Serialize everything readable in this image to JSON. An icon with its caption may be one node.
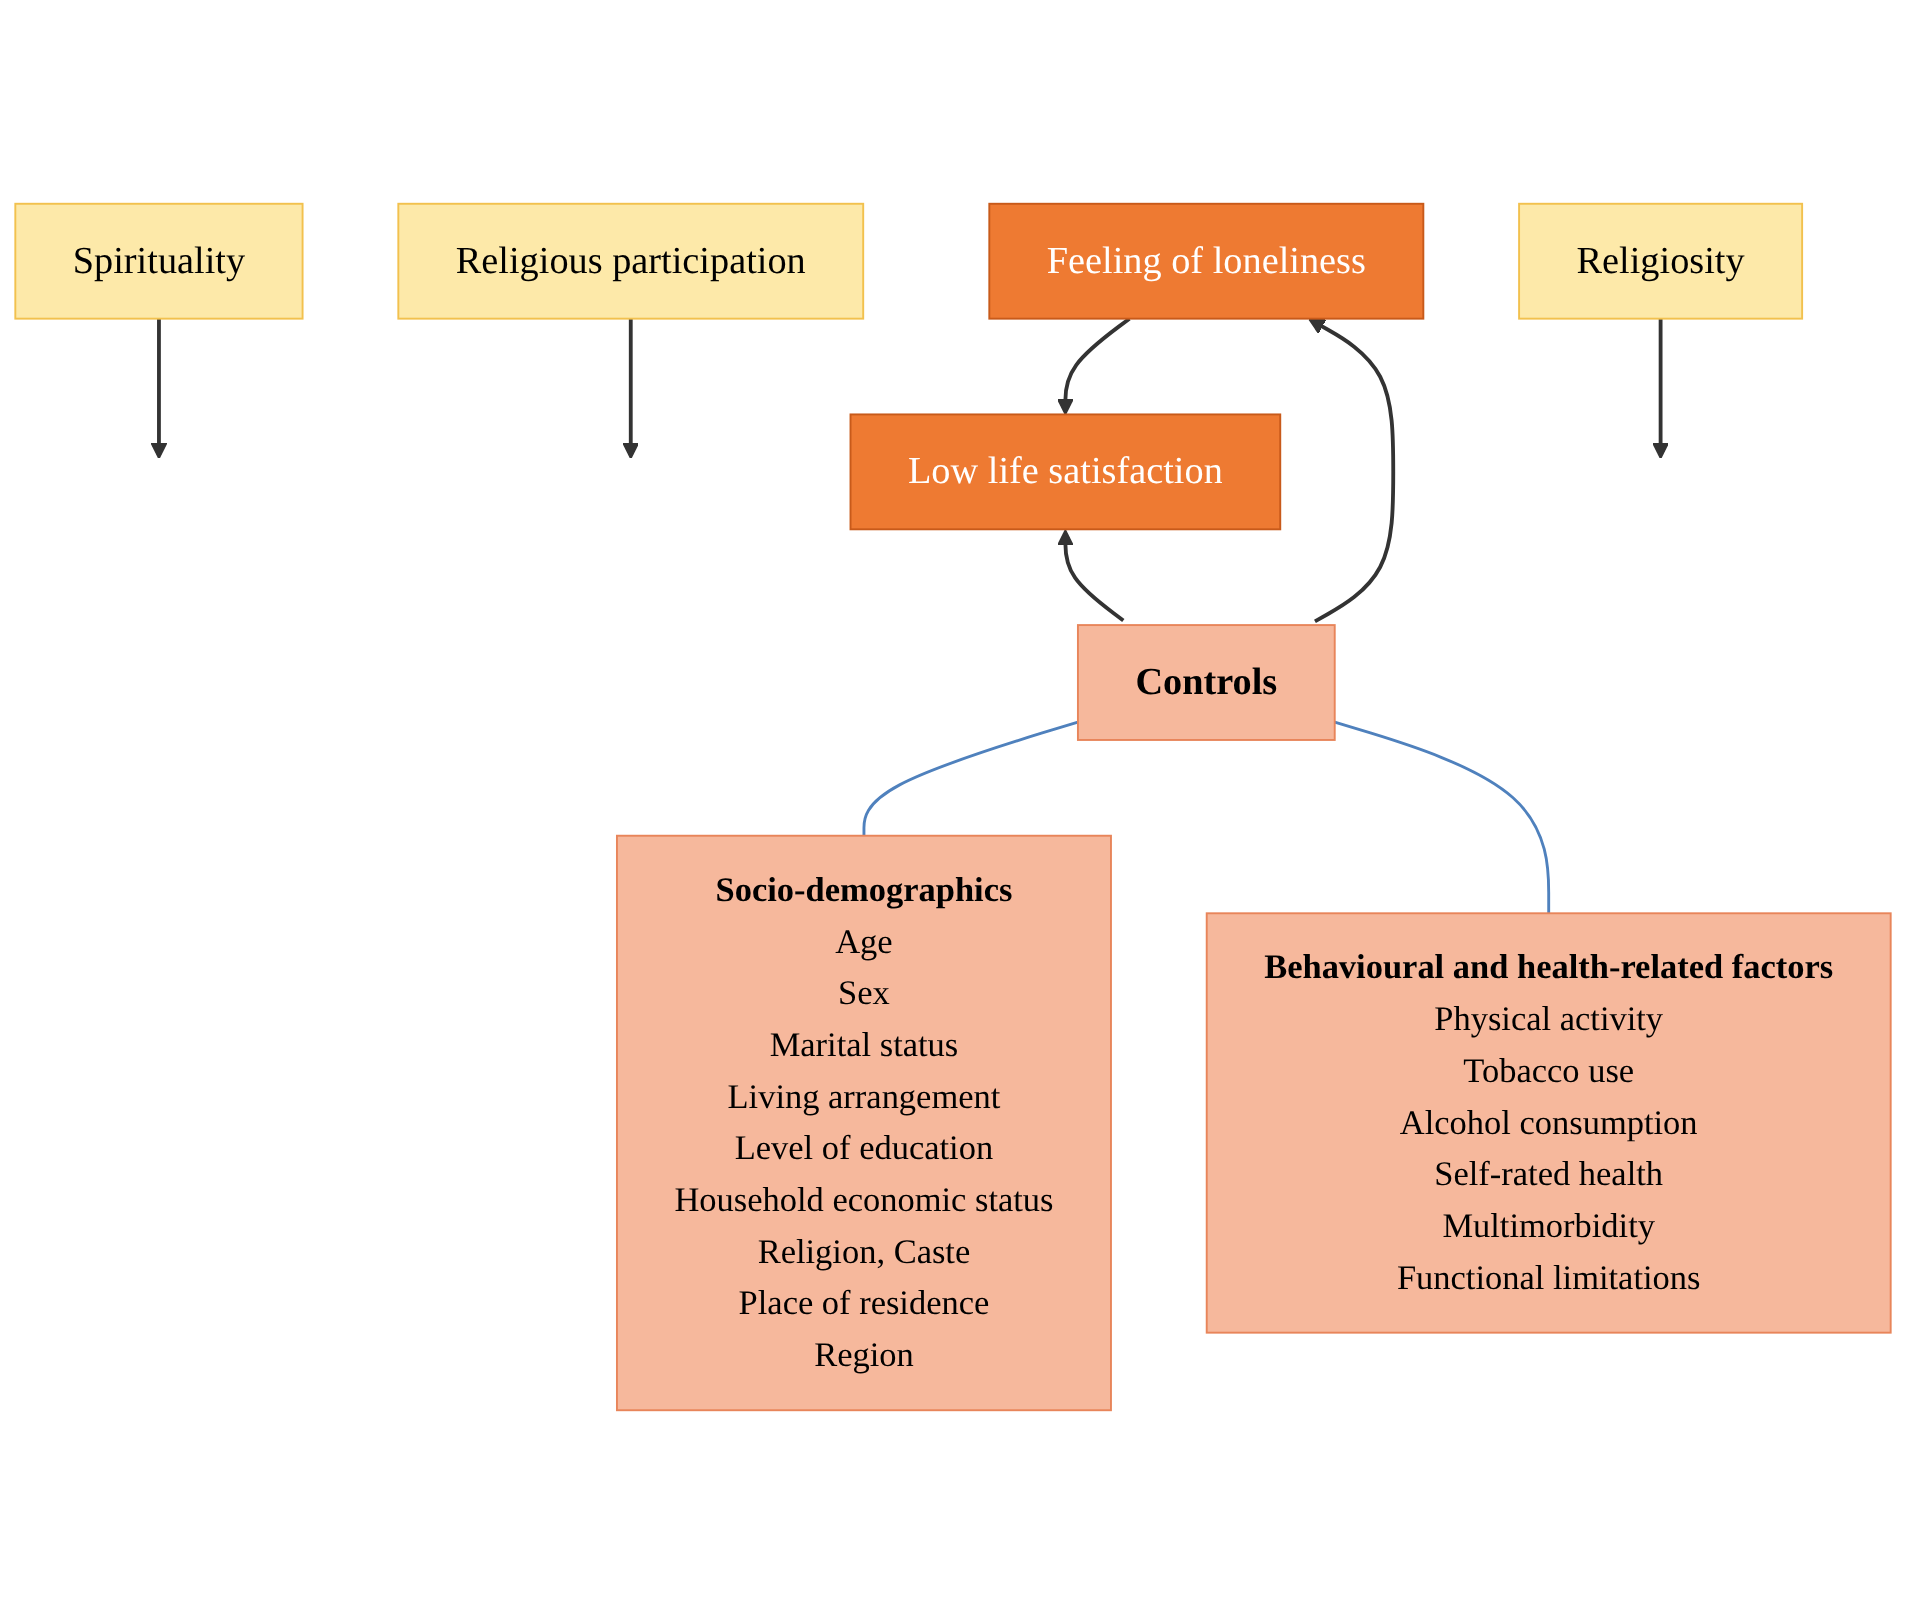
{
  "diagram": {
    "nodes": [
      {
        "text": [
          "Religious participation"
        ]
      },
      {
        "text": [
          "Spirituality"
        ]
      },
      {
        "text": [
          "Religiosity"
        ]
      },
      {
        "text": [
          "Feeling of loneliness"
        ]
      },
      {
        "text": [
          "Low life satisfaction"
        ]
      },
      {
        "text": [
          "Controls"
        ]
      },
      {
        "text": [
          "Socio-demographics",
          "Age",
          "Sex",
          "Marital status",
          "Living arrangement",
          "Level of education",
          "Household economic status",
          "Religion, Caste",
          "Place of residence",
          "Region"
        ]
      },
      {
        "text": [
          "Behavioural and health-related factors",
          "Physical activity",
          "Tobacco use",
          "Alcohol consumption",
          "Self-rated health",
          "Multimorbidity",
          "Functional limitations"
        ]
      }
    ],
    "edges": [
      {
        "from": 3,
        "to": 4,
        "arrow": "to"
      },
      {
        "from": 1,
        "to": null,
        "arrow": "to"
      },
      {
        "from": 0,
        "to": null,
        "arrow": "to"
      },
      {
        "from": 2,
        "to": null,
        "arrow": "to"
      },
      {
        "from": 5,
        "to": 3,
        "arrow": "to"
      },
      {
        "from": 5,
        "to": 4,
        "arrow": "to"
      },
      {
        "from": 6,
        "to": 5,
        "arrow": "none",
        "color": "#4f81bd"
      },
      {
        "from": 7,
        "to": 5,
        "arrow": "none",
        "color": "#4f81bd"
      }
    ]
  }
}
